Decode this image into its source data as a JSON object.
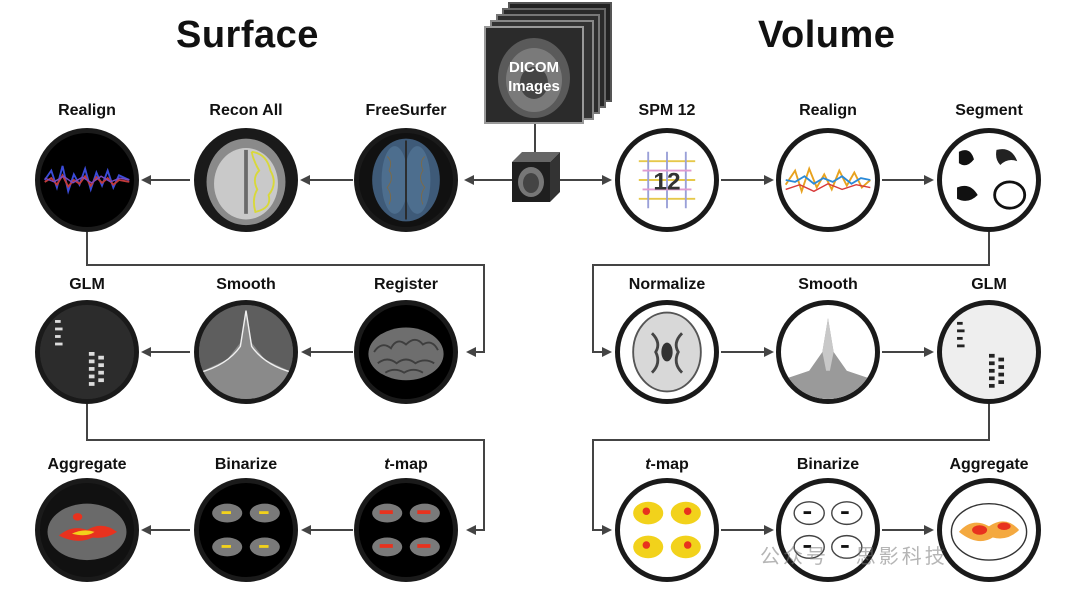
{
  "headings": {
    "surface": "Surface",
    "volume": "Volume"
  },
  "source": {
    "line1": "DICOM",
    "line2": "Images"
  },
  "surface": {
    "row1": [
      "Realign",
      "Recon All",
      "FreeSurfer"
    ],
    "row2": [
      "GLM",
      "Smooth",
      "Register"
    ],
    "row3": {
      "aggregate": "Aggregate",
      "binarize": "Binarize",
      "tmap_italic": "t",
      "tmap_rest": "-map"
    }
  },
  "volume": {
    "row1": [
      "SPM 12",
      "Realign",
      "Segment"
    ],
    "row2": [
      "Normalize",
      "Smooth",
      "GLM"
    ],
    "row3": {
      "tmap_italic": "t",
      "tmap_rest": "-map",
      "binarize": "Binarize",
      "aggregate": "Aggregate"
    }
  },
  "watermark": "公众号 · 思影科技",
  "colors": {
    "line": "#444444",
    "ring": "#1a1a1a",
    "activation": "#e8321e",
    "yellow": "#f2d21b"
  }
}
